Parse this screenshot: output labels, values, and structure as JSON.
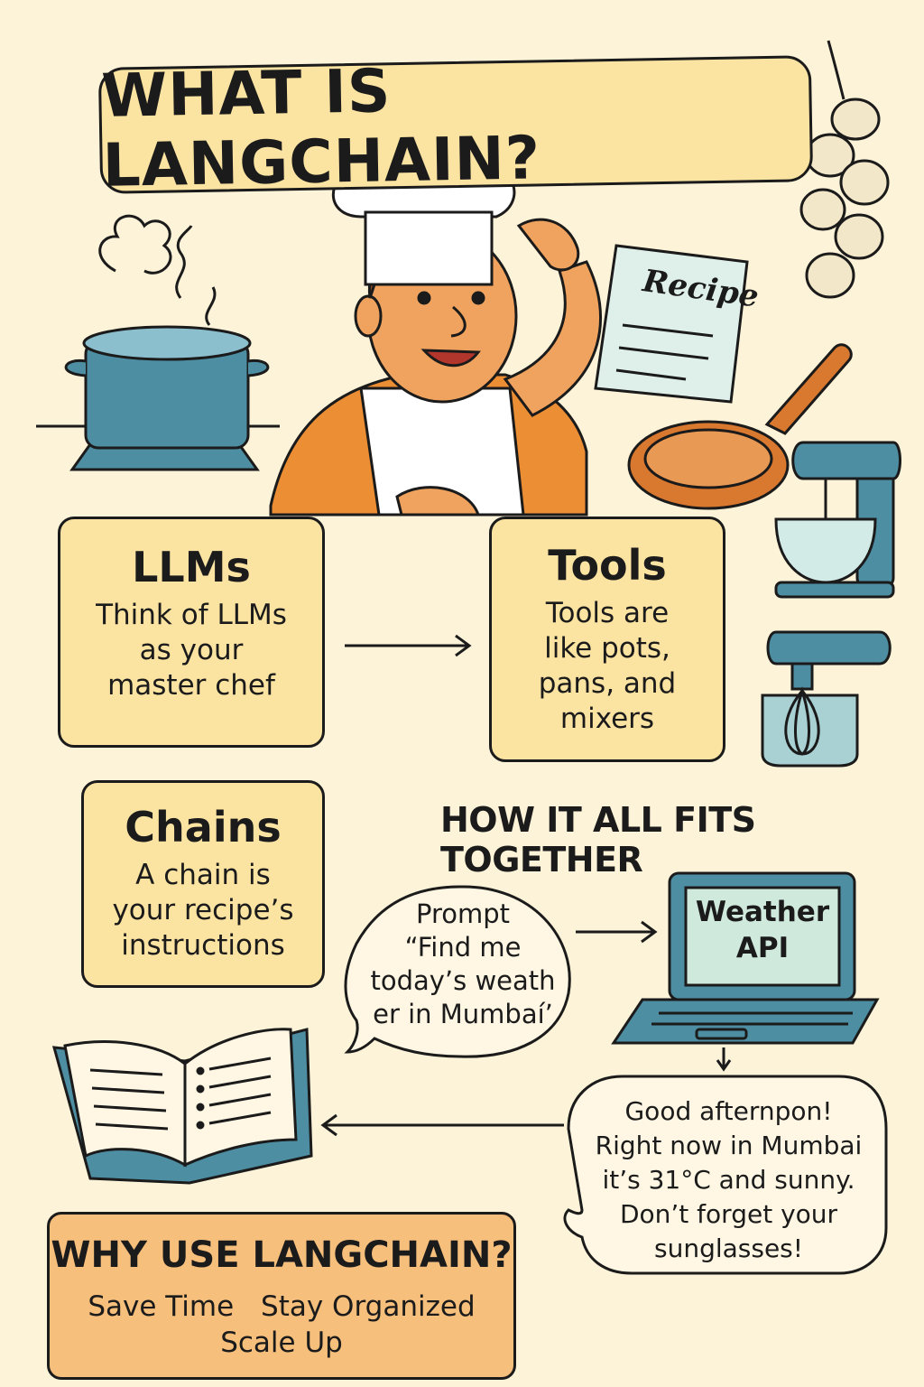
{
  "title": "WHAT IS LANGCHAIN?",
  "chef_note": "Recipe",
  "llms": {
    "heading": "LLMs",
    "text": [
      "Think of LLMs",
      "as your",
      "master chef"
    ]
  },
  "tools": {
    "heading": "Tools",
    "text": [
      "Tools are",
      "like pots,",
      "pans, and",
      "mixers"
    ]
  },
  "chains": {
    "heading": "Chains",
    "text": [
      "A chain is",
      "your recipe’s",
      "instructions"
    ]
  },
  "fits_heading": "HOW IT ALL FITS TOGETHER",
  "prompt_bubble": [
    "Prompt",
    "“Find me",
    "today’s weath",
    "er in Mumbaí’"
  ],
  "laptop_screen": [
    "Weather",
    "API"
  ],
  "response_bubble": [
    "Good afternpon!",
    "Right now in Mumbai",
    "it’s 31°C and sunny.",
    "Don’t forget your",
    "sunglasses!"
  ],
  "why": {
    "heading": "WHY USE LANGCHAIN?",
    "benefits": [
      "Save Time",
      "Stay Organized",
      "Scale Up"
    ]
  },
  "colors": {
    "background": "#fdf3d8",
    "card": "#fbe3a2",
    "why_card": "#f6bf7c",
    "pot": "#4e8ea3",
    "shirt": "#ec8e34",
    "pan": "#d9782f",
    "screen": "#cfe9dc"
  }
}
